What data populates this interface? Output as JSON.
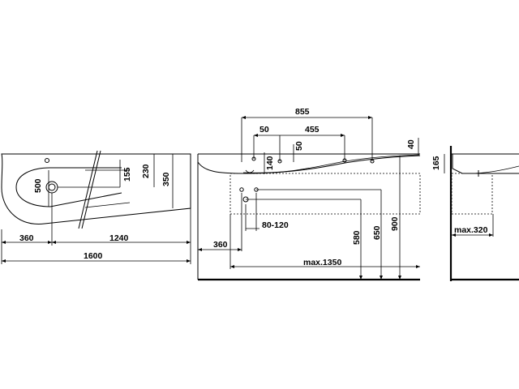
{
  "dimensions": {
    "plan": {
      "depth_500": "500",
      "d155": "155",
      "d230": "230",
      "d350": "350",
      "d360": "360",
      "d1240": "1240",
      "d1600": "1600"
    },
    "front": {
      "d855": "855",
      "d50": "50",
      "d455": "455",
      "d50b": "50",
      "d140": "140",
      "d40": "40",
      "d80_120": "80-120",
      "d360": "360",
      "d580": "580",
      "d650": "650",
      "d900": "900",
      "max1350": "max.1350"
    },
    "side": {
      "d165": "165",
      "max320": "max.320"
    }
  }
}
